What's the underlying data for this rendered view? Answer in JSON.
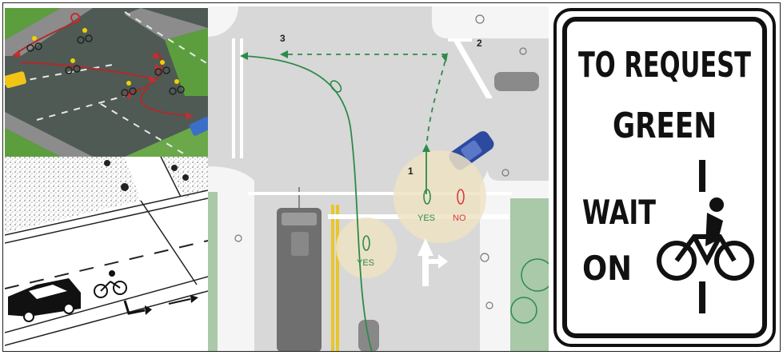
{
  "plan_diagram": {
    "step_labels": [
      "1",
      "2",
      "3"
    ],
    "indicator_yes": "YES",
    "indicator_no": "NO",
    "indicator_yes_lower": "YES",
    "colors": {
      "green_path": "#2e8a4a",
      "no_red": "#d83a3a",
      "highlight": "#efe3c4",
      "road": "#d6d6d6",
      "car_blue": "#2b4aa0"
    }
  },
  "sign": {
    "line1": "TO REQUEST",
    "line2": "GREEN",
    "line3": "WAIT",
    "line4": "ON"
  },
  "icons": [
    "bicycle-icon",
    "car-icon",
    "bus-icon",
    "turn-arrow-icon"
  ]
}
